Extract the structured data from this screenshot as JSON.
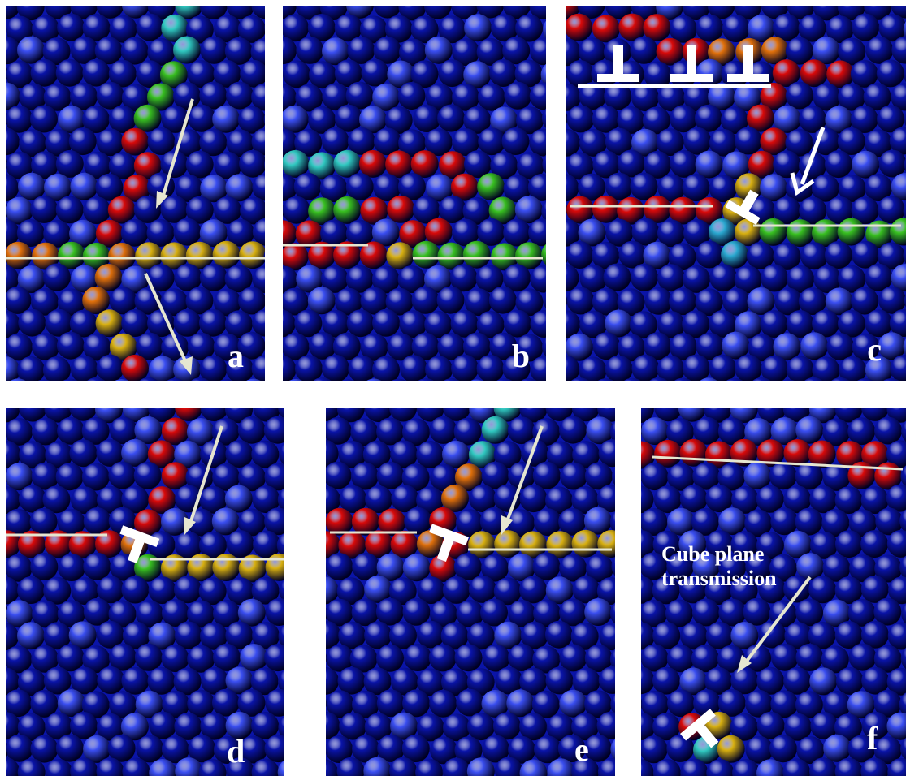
{
  "figure": {
    "panels": [
      {
        "id": "a",
        "label": "a"
      },
      {
        "id": "b",
        "label": "b"
      },
      {
        "id": "c",
        "label": "c"
      },
      {
        "id": "d",
        "label": "d"
      },
      {
        "id": "e",
        "label": "e"
      },
      {
        "id": "f",
        "label": "f",
        "caption": "Cube plane\ntransmission"
      }
    ],
    "colors": {
      "background_atom": "#0a14a8",
      "atom_light": "#3a4ef0",
      "defect_red": "#d80a0a",
      "defect_orange": "#e0700a",
      "defect_yellow": "#d8b010",
      "defect_green": "#38c020",
      "defect_cyan": "#30c8c0",
      "defect_teal": "#2aa8d0",
      "marker_white": "#ffffff",
      "trace_line": "#e6e6d0",
      "arrow": "#e6e6d0"
    },
    "icons": [
      "dislocation-symbol",
      "arrow"
    ]
  }
}
